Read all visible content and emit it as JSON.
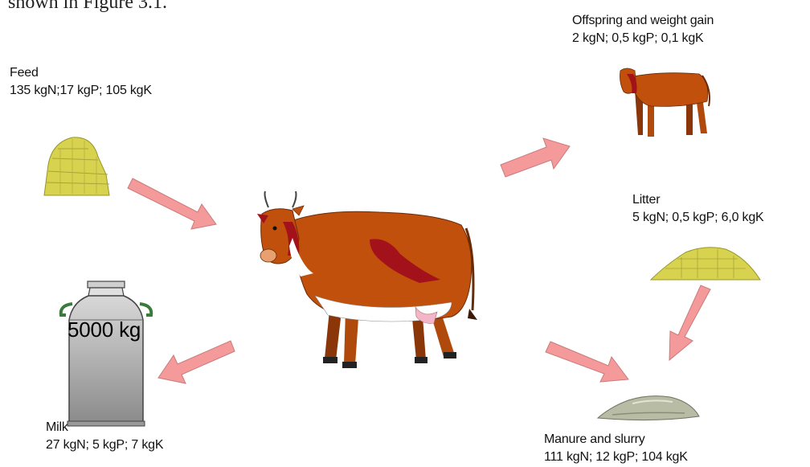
{
  "caption_fragment": "shown in Figure 3.1.",
  "colors": {
    "arrow_fill": "#f59a9a",
    "arrow_stroke": "#c97a7a",
    "cow_body": "#c0500c",
    "cow_patch": "#a3121a",
    "hay": "#d8d34e",
    "manure": "#9aa08a",
    "milk_can": "#a9a9a9"
  },
  "nodes": {
    "feed": {
      "title": "Feed",
      "values": "135 kgN;17 kgP; 105 kgK",
      "icon": "hay-bale-icon"
    },
    "offspring": {
      "title": "Offspring and weight gain",
      "values": "2 kgN; 0,5 kgP; 0,1 kgK",
      "icon": "calf-icon"
    },
    "litter": {
      "title": "Litter",
      "values": "5 kgN; 0,5 kgP; 6,0 kgK",
      "icon": "litter-pile-icon"
    },
    "milk": {
      "title": "Milk",
      "values": "27 kgN; 5 kgP; 7 kgK",
      "icon": "milk-can-icon",
      "can_label": "5000 kg"
    },
    "manure": {
      "title": "Manure and slurry",
      "values": "111 kgN; 12 kgP; 104 kgK",
      "icon": "manure-pile-icon"
    },
    "cow": {
      "icon": "cow-icon"
    }
  }
}
